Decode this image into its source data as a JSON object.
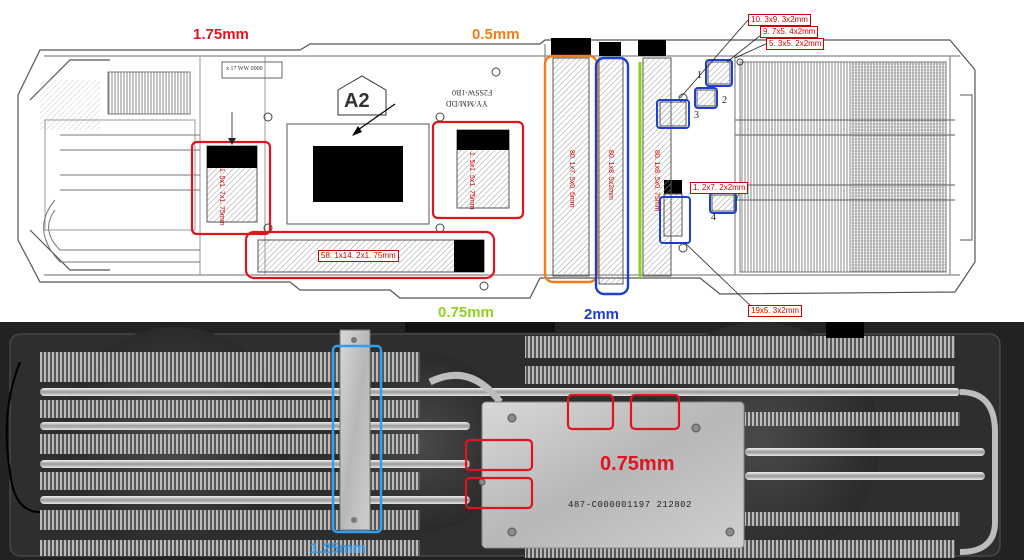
{
  "top": {
    "thickness_left": "1.75mm",
    "thickness_center": "0.5mm",
    "thickness_lower": "0.75mm",
    "thickness_blue": "2mm",
    "chip_label": "A2",
    "silk_model": "F2SSW-1B0",
    "silk_date": "YY/MM/DD",
    "sticker_text": "x 17 WW 0000",
    "pads": {
      "pad_left": "1. 5x1. 7x1. 75mm",
      "pad_right": "1. 5x1. 5x1. 75mm",
      "pad_bottom": "58. 1x14. 2x1. 75mm",
      "pad_orange": "80. 1x7. 5x0. 5mm",
      "pad_blue": "80. 1x8. 5x2mm",
      "pad_green": "80. 1x8. 5x0. 75mm"
    },
    "callouts": {
      "c1": "10. 3x9. 3x2mm",
      "c2": "9. 7x5. 4x2mm",
      "c3": "5. 3x5. 2x2mm",
      "c4": "1. 2x7. 2x2mm",
      "c5": "19x5. 3x2mm"
    },
    "numbers": [
      "1",
      "2",
      "3",
      "4"
    ]
  },
  "bottom": {
    "thickness_plate": "0.75mm",
    "thickness_bar": "1.25mm",
    "pcb_marking": "487-C000001197  212802"
  },
  "colors": {
    "red": "#e0141e",
    "orange": "#f07d19",
    "blue": "#1f3fd0",
    "green": "#8ad21e",
    "light_blue": "#2f9ff0",
    "label_green": "#8fd21c",
    "label_blue": "#1e3ed2"
  }
}
